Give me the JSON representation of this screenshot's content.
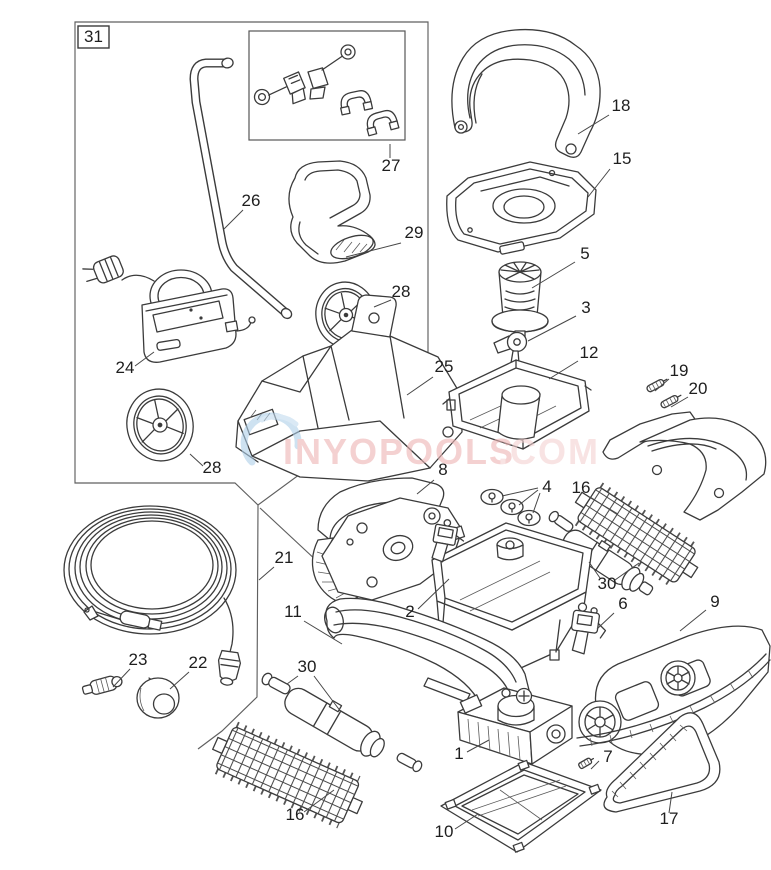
{
  "figure": {
    "watermark_main": "INYOPOOLS",
    "watermark_suffix": ".COM"
  },
  "callouts": [
    {
      "n": "31"
    },
    {
      "n": "27"
    },
    {
      "n": "26"
    },
    {
      "n": "29"
    },
    {
      "n": "28"
    },
    {
      "n": "18"
    },
    {
      "n": "15"
    },
    {
      "n": "5"
    },
    {
      "n": "3"
    },
    {
      "n": "12"
    },
    {
      "n": "19"
    },
    {
      "n": "20"
    },
    {
      "n": "24"
    },
    {
      "n": "25"
    },
    {
      "n": "28"
    },
    {
      "n": "8"
    },
    {
      "n": "4"
    },
    {
      "n": "16"
    },
    {
      "n": "21"
    },
    {
      "n": "30"
    },
    {
      "n": "2"
    },
    {
      "n": "11"
    },
    {
      "n": "6"
    },
    {
      "n": "9"
    },
    {
      "n": "23"
    },
    {
      "n": "22"
    },
    {
      "n": "30"
    },
    {
      "n": "1"
    },
    {
      "n": "7"
    },
    {
      "n": "10"
    },
    {
      "n": "17"
    },
    {
      "n": "16"
    }
  ]
}
